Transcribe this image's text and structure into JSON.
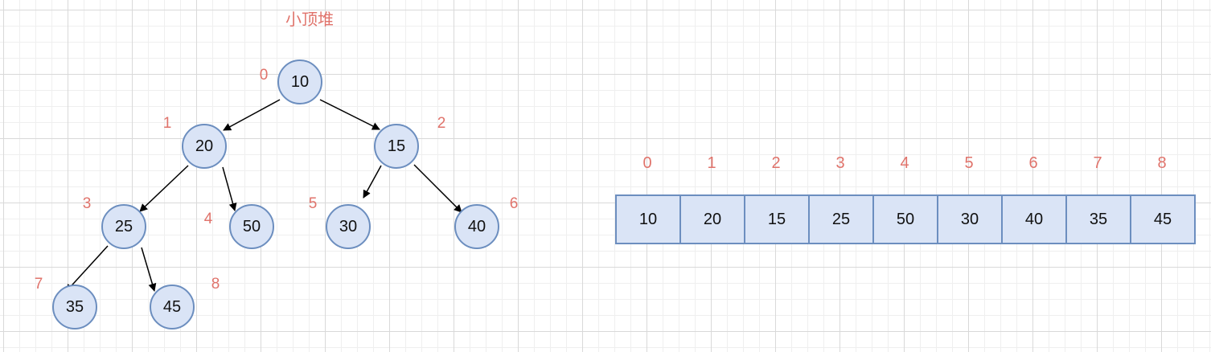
{
  "title": "小顶堆",
  "colors": {
    "node_fill": "#dae4f6",
    "node_stroke": "#6c8ebf",
    "index_text": "#e0736b"
  },
  "tree": {
    "nodes": [
      {
        "index": "0",
        "value": "10"
      },
      {
        "index": "1",
        "value": "20"
      },
      {
        "index": "2",
        "value": "15"
      },
      {
        "index": "3",
        "value": "25"
      },
      {
        "index": "4",
        "value": "50"
      },
      {
        "index": "5",
        "value": "30"
      },
      {
        "index": "6",
        "value": "40"
      },
      {
        "index": "7",
        "value": "35"
      },
      {
        "index": "8",
        "value": "45"
      }
    ]
  },
  "array": {
    "indices": [
      "0",
      "1",
      "2",
      "3",
      "4",
      "5",
      "6",
      "7",
      "8"
    ],
    "values": [
      "10",
      "20",
      "15",
      "25",
      "50",
      "30",
      "40",
      "35",
      "45"
    ]
  }
}
